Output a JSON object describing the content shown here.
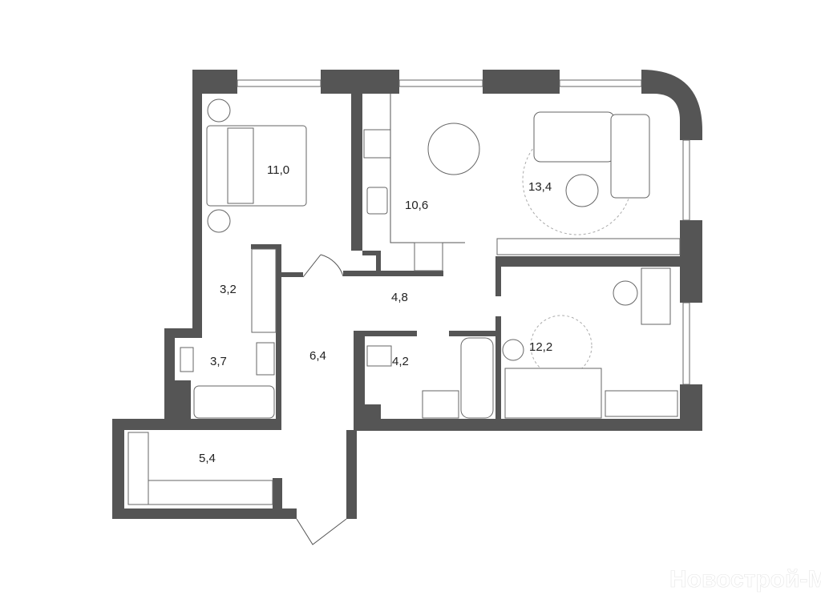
{
  "rooms": [
    {
      "id": "bedroom-1",
      "area": "11,0"
    },
    {
      "id": "kitchen",
      "area": "10,6"
    },
    {
      "id": "living-room",
      "area": "13,4"
    },
    {
      "id": "hall-small",
      "area": "3,2"
    },
    {
      "id": "corridor",
      "area": "4,8"
    },
    {
      "id": "bathroom-1",
      "area": "3,7"
    },
    {
      "id": "entrance-hall",
      "area": "6,4"
    },
    {
      "id": "bathroom-2",
      "area": "4,2"
    },
    {
      "id": "bedroom-2",
      "area": "12,2"
    },
    {
      "id": "wardrobe",
      "area": "5,4"
    }
  ],
  "watermark": "Новострой-М",
  "colors": {
    "wall": "#555555",
    "background": "#ffffff"
  }
}
